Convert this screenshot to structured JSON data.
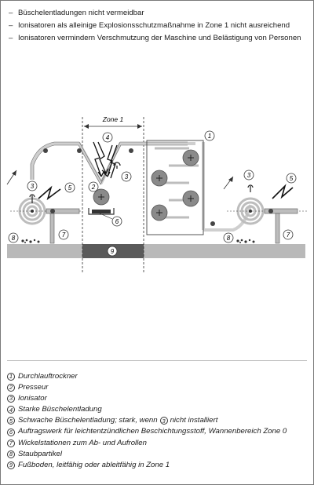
{
  "bullet_marker": "–",
  "bullets": [
    "Büschelentladungen nicht vermeidbar",
    "Ionisatoren als alleinige Explosionsschutzmaßnahme in Zone 1 nicht ausreichend",
    "Ionisatoren vermindern Verschmutzung der Maschine und Belästigung von Personen"
  ],
  "zone_label": "Zone 1",
  "callouts": {
    "dryer": "1",
    "press": "2",
    "ionizer": "3",
    "strong_discharge": "4",
    "weak_discharge": "5",
    "trough": "6",
    "winding": "7",
    "dust": "8",
    "floor": "9"
  },
  "legend": [
    {
      "num": "1",
      "text": "Durchlauftrockner"
    },
    {
      "num": "2",
      "text": "Presseur"
    },
    {
      "num": "3",
      "text": "Ionisator"
    },
    {
      "num": "4",
      "text": "Starke Büschelentladung"
    },
    {
      "num": "5",
      "text": "Schwache Büschelentladung; stark, wenn",
      "ref": "3",
      "text_after": "nicht installiert"
    },
    {
      "num": "6",
      "text": "Auftragswerk für leichtentzündlichen Beschichtungsstoff, Wannenbereich Zone 0"
    },
    {
      "num": "7",
      "text": "Wickelstationen zum Ab- und Aufrollen"
    },
    {
      "num": "8",
      "text": "Staubpartikel"
    },
    {
      "num": "9",
      "text": "Fußboden, leitfähig oder ableitfähig in Zone 1"
    }
  ]
}
